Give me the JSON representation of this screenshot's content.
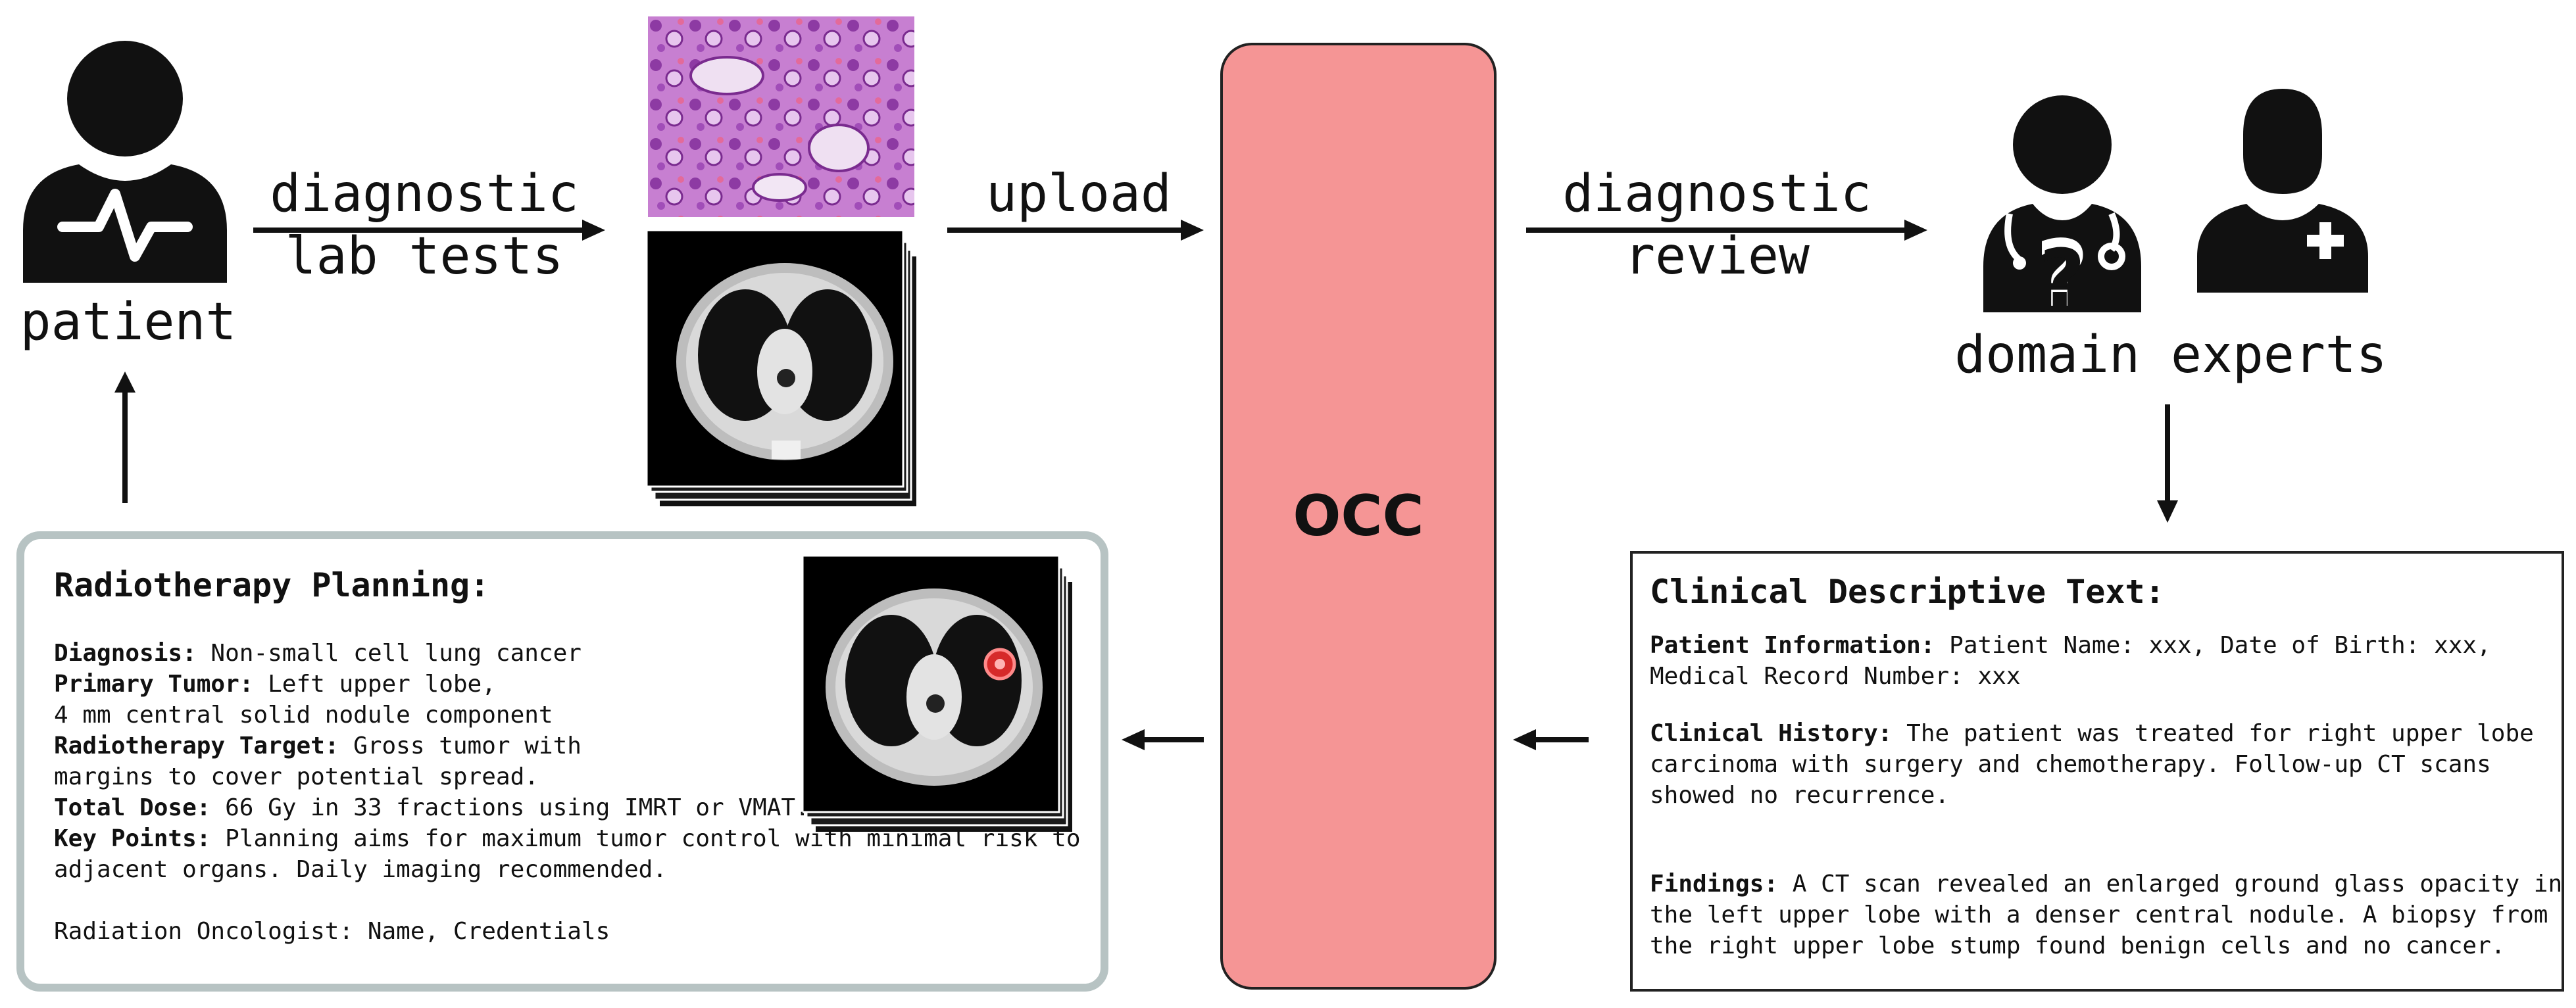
{
  "left": {
    "patient_label": "patient",
    "edge_to_tests_line1": "diagnostic",
    "edge_to_tests_line2": "lab tests"
  },
  "upload_label": "upload",
  "center": {
    "label": "OCC",
    "color": "#f59595"
  },
  "review": {
    "line1": "diagnostic",
    "line2": "review"
  },
  "experts_label": "domain experts",
  "clinical": {
    "title": "Clinical Descriptive Text:",
    "patient_info_label": "Patient Information:",
    "patient_info_text1": " Patient Name: xxx, Date of Birth: xxx,",
    "patient_info_text2": "Medical Record Number: xxx",
    "history_label": "Clinical History:",
    "history_text1": " The patient was treated for right upper lobe",
    "history_text2": "carcinoma with surgery and chemotherapy. Follow-up CT scans",
    "history_text3": "showed no recurrence.",
    "findings_label": "Findings:",
    "findings_text1": " A CT scan revealed an enlarged ground glass opacity in",
    "findings_text2": "the left upper lobe with a denser central nodule. A biopsy from",
    "findings_text3": "the right upper lobe stump found benign cells and no cancer."
  },
  "radio": {
    "title": "Radiotherapy Planning:",
    "diagnosis_label": "Diagnosis:",
    "diagnosis_text": " Non-small cell lung cancer",
    "tumor_label": "Primary Tumor:",
    "tumor_text1": " Left upper lobe,",
    "tumor_text2": "4 mm central solid nodule component",
    "target_label": "Radiotherapy Target:",
    "target_text1": " Gross tumor with",
    "target_text2": "margins to cover potential spread.",
    "dose_label": "Total Dose:",
    "dose_text": " 66 Gy in 33 fractions using IMRT or VMAT.",
    "key_label": "Key Points:",
    "key_text1": " Planning aims for maximum tumor control with minimal risk to",
    "key_text2": "adjacent organs. Daily imaging recommended.",
    "signature": "Radiation Oncologist: Name, Credentials"
  }
}
